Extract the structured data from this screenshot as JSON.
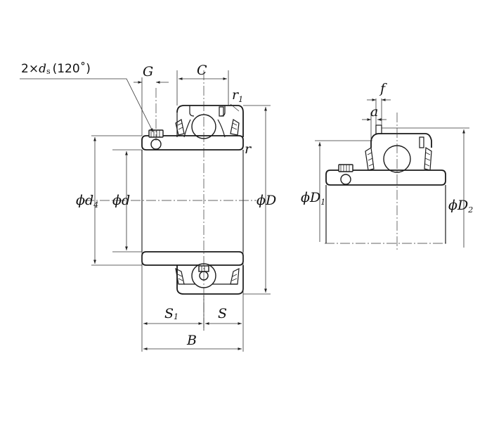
{
  "labels": {
    "screw_note": "2×",
    "screw_note_var": "d",
    "screw_note_sub": "s",
    "screw_note_angle": "(120˚)",
    "G": "G",
    "C": "C",
    "r1": "r",
    "r1_sub": "1",
    "r": "r",
    "phi_d4": "ϕd",
    "phi_d4_sub": "4",
    "phi_d": "ϕd",
    "phi_D": "ϕD",
    "S1": "S",
    "S1_sub": "1",
    "S": "S",
    "B": "B",
    "f": "f",
    "a": "a",
    "phi_D1": "ϕD",
    "phi_D1_sub": "1",
    "phi_D2": "ϕD",
    "phi_D2_sub": "2"
  }
}
